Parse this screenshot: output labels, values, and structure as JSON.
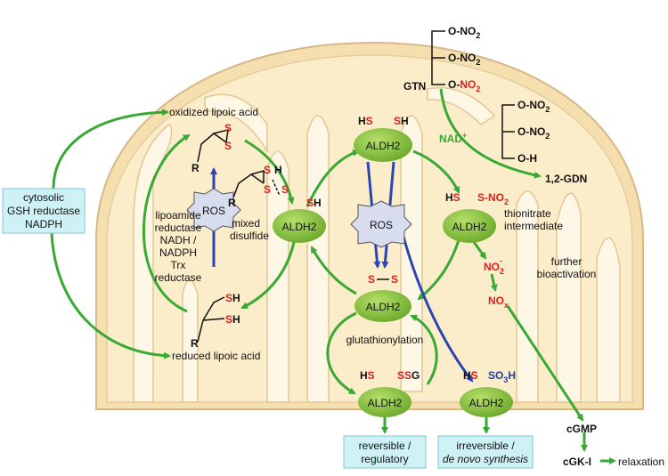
{
  "colors": {
    "membrane_fill": "#f8e3b8",
    "membrane_stroke": "#d9b98a",
    "inner_fill": "#fbeed2",
    "aldh2_fill": "#8cc43c",
    "arrow_green": "#39a935",
    "arrow_blue": "#2b45b3",
    "text_red": "#d9211e",
    "box_cyan": "#cdf1f4",
    "ros_fill": "#d8dcef"
  },
  "gtn": {
    "label": "GTN",
    "nitrate_1": "O-NO",
    "nitrate_2": "O-NO",
    "nitrate_3_o": "O-",
    "nitrate_3_no": "NO",
    "subscript": "2"
  },
  "gdn": {
    "nitrate_1": "O-NO",
    "nitrate_2": "O-NO",
    "hydroxyl": "O-H",
    "subscript": "2",
    "label": "1,2-GDN"
  },
  "nad": {
    "label": "NAD",
    "charge": "+"
  },
  "lipoic": {
    "oxidized": "oxidized lipoic acid",
    "reduced": "reduced lipoic acid",
    "r": "R",
    "s": "S",
    "sh": "SH"
  },
  "cytosolic": {
    "line1": "cytosolic",
    "line2": "GSH reductase",
    "line3": "NADPH"
  },
  "ros": {
    "label": "ROS"
  },
  "reductase": {
    "lines": [
      "lipoamide",
      "reductase",
      "NADH /",
      "NADPH",
      "Trx",
      "reductase"
    ]
  },
  "mixed": {
    "line1": "mixed",
    "line2": "disulfide",
    "h": "H",
    "s": "S"
  },
  "aldh2": {
    "label": "ALDH2"
  },
  "thiol": {
    "h": "H",
    "s": "S",
    "no2": "-NO",
    "sub2": "2"
  },
  "thionitrate": {
    "line1": "thionitrate",
    "line2": "intermediate"
  },
  "nitrite": {
    "label": "NO",
    "sub": "2",
    "sup": "-"
  },
  "nox": {
    "label": "NO",
    "sub": "x"
  },
  "bioactivation": {
    "line1": "further",
    "line2": "bioactivation"
  },
  "disulfide": {
    "s": "S"
  },
  "glutathionylation": {
    "label": "glutathionylation",
    "g": "G"
  },
  "sulfonic": {
    "so": "SO",
    "sub": "3",
    "h": "H"
  },
  "outcomes": {
    "reversible_1": "reversible /",
    "reversible_2": "regulatory",
    "irreversible_1": "irreversible /",
    "irreversible_2": "de novo synthesis"
  },
  "signaling": {
    "cgmp": "cGMP",
    "cgki": "cGK-I",
    "relaxation": "relaxation"
  }
}
